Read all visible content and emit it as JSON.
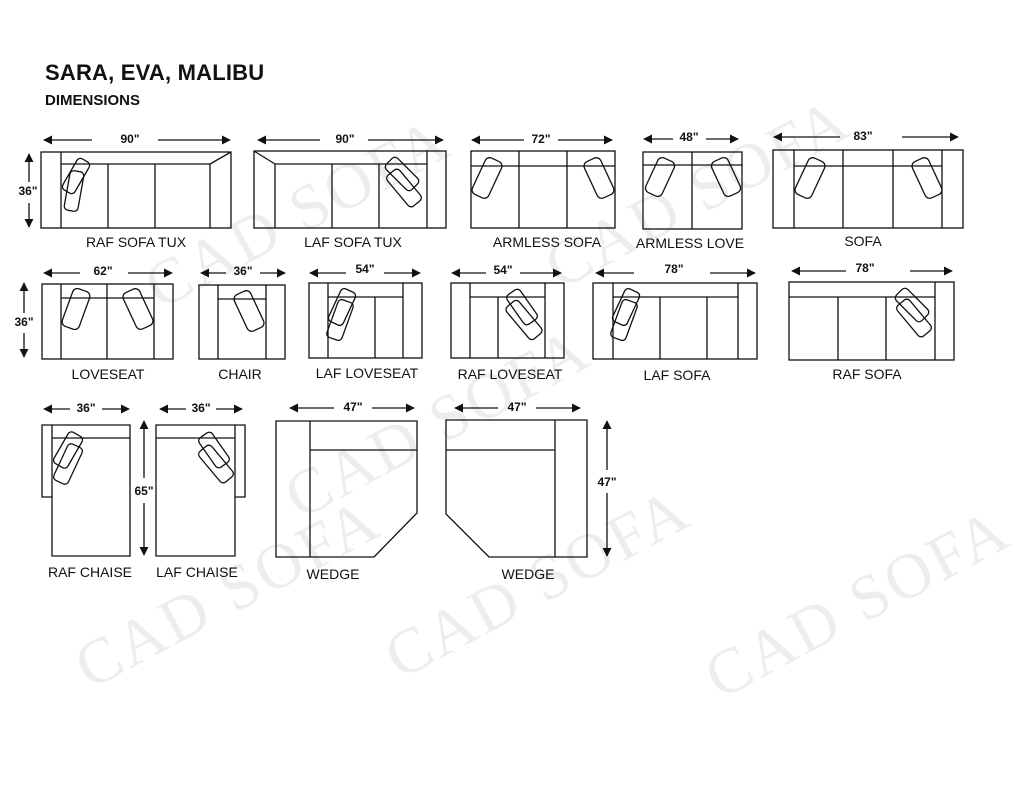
{
  "header": {
    "title": "SARA, EVA, MALIBU",
    "subtitle": "DIMENSIONS"
  },
  "watermark": {
    "text": "CAD SOFA"
  },
  "dimensions": {
    "row1_height": "36\"",
    "row2_height": "36\"",
    "chaise_length": "65\"",
    "wedge_depth": "47\""
  },
  "pieces": [
    {
      "name": "RAF SOFA TUX",
      "width": "90\""
    },
    {
      "name": "LAF SOFA TUX",
      "width": "90\""
    },
    {
      "name": "ARMLESS SOFA",
      "width": "72\""
    },
    {
      "name": "ARMLESS LOVE",
      "width": "48\""
    },
    {
      "name": "SOFA",
      "width": "83\""
    },
    {
      "name": "LOVESEAT",
      "width": "62\""
    },
    {
      "name": "CHAIR",
      "width": "36\""
    },
    {
      "name": "LAF LOVESEAT",
      "width": "54\""
    },
    {
      "name": "RAF LOVESEAT",
      "width": "54\""
    },
    {
      "name": "LAF SOFA",
      "width": "78\""
    },
    {
      "name": "RAF SOFA",
      "width": "78\""
    },
    {
      "name": "RAF CHAISE",
      "width": "36\""
    },
    {
      "name": "LAF CHAISE",
      "width": "36\""
    },
    {
      "name": "WEDGE",
      "width": "47\""
    },
    {
      "name": "WEDGE",
      "width": "47\""
    }
  ]
}
